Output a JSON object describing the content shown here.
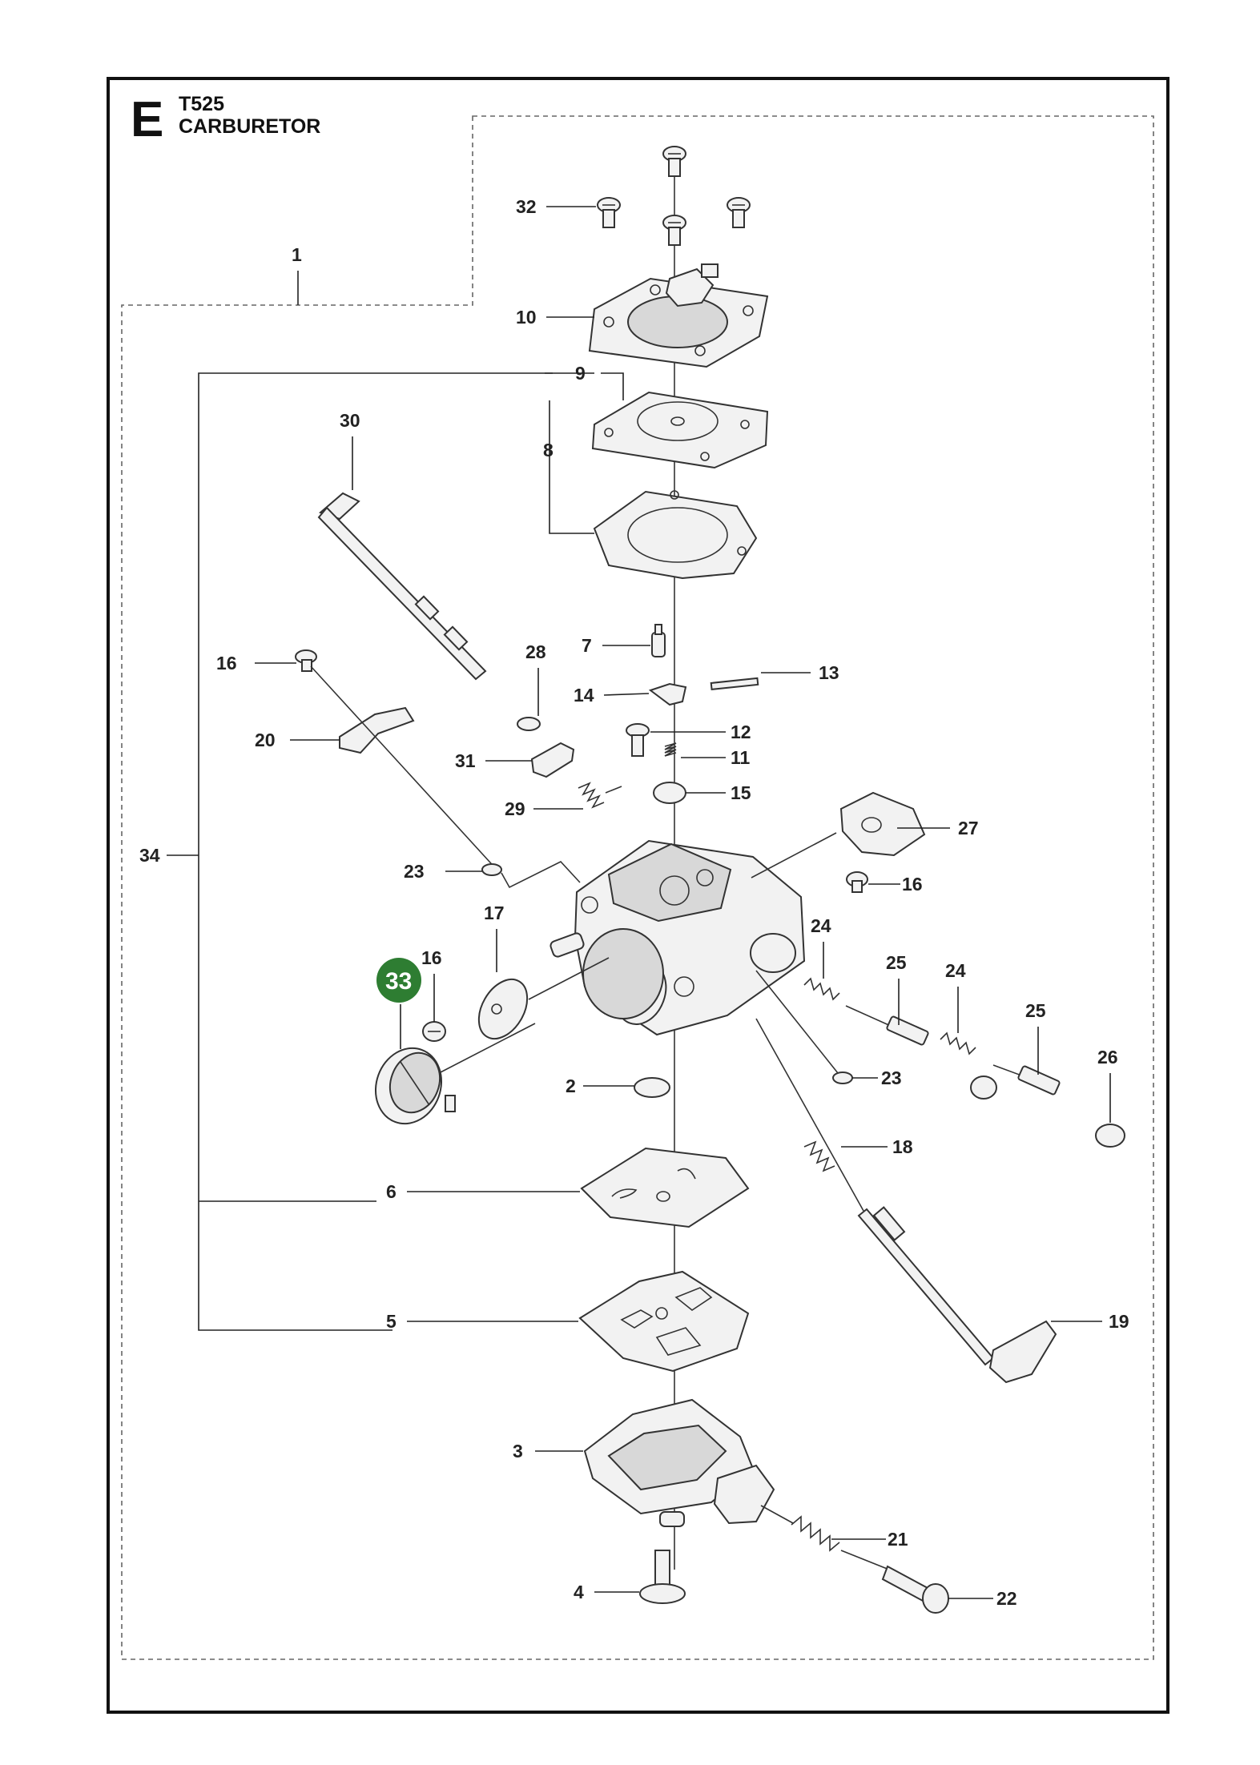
{
  "header": {
    "section_letter": "E",
    "model": "T525",
    "title": "CARBURETOR"
  },
  "highlight": {
    "label": "33",
    "color": "#2e7d32"
  },
  "callouts": {
    "c1": "1",
    "c2": "2",
    "c3": "3",
    "c4": "4",
    "c5": "5",
    "c6": "6",
    "c7": "7",
    "c8": "8",
    "c9": "9",
    "c10": "10",
    "c11": "11",
    "c12": "12",
    "c13": "13",
    "c14": "14",
    "c15": "15",
    "c16a": "16",
    "c16b": "16",
    "c16c": "16",
    "c17": "17",
    "c18": "18",
    "c19": "19",
    "c20": "20",
    "c21": "21",
    "c22": "22",
    "c23a": "23",
    "c23b": "23",
    "c24a": "24",
    "c24b": "24",
    "c25a": "25",
    "c25b": "25",
    "c26": "26",
    "c27": "27",
    "c28": "28",
    "c29": "29",
    "c30": "30",
    "c31": "31",
    "c32": "32",
    "c34": "34"
  },
  "colors": {
    "line": "#222222",
    "part_fill": "#f2f2f2",
    "border": "#111111"
  }
}
